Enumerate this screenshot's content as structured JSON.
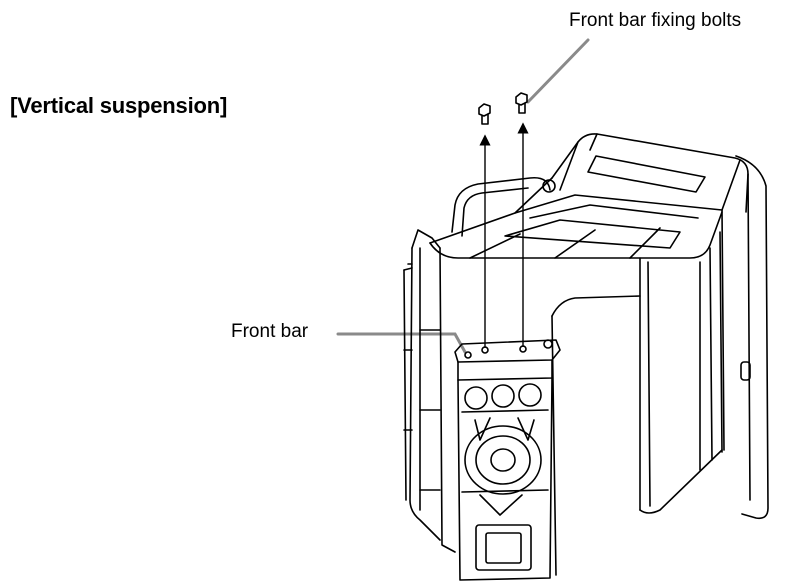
{
  "heading": "[Vertical suspension]",
  "labels": {
    "front_bar_fixing_bolts": "Front bar fixing bolts",
    "front_bar": "Front bar"
  },
  "colors": {
    "line": "#000000",
    "leader": "#8a8a8a",
    "background": "#ffffff"
  }
}
